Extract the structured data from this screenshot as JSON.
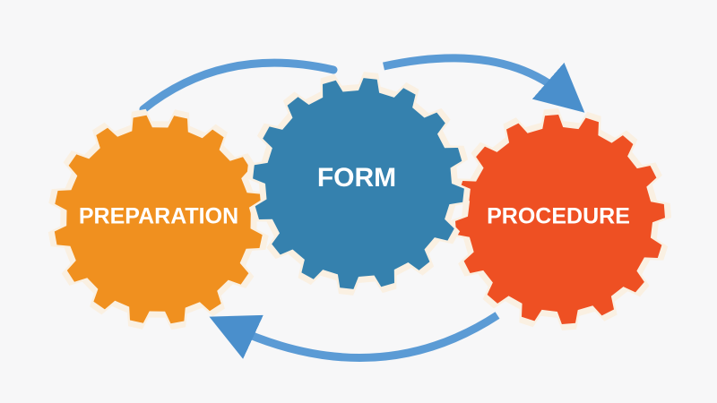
{
  "gears": [
    {
      "label": "PREPARATION",
      "color": "#f0901f"
    },
    {
      "label": "FORM",
      "color": "#3581ae"
    },
    {
      "label": "PROCEDURE",
      "color": "#ee5023"
    }
  ],
  "colors": {
    "arrow": "#4a8fcc",
    "halo": "#faf0e2",
    "background": "#f7f7f8"
  }
}
